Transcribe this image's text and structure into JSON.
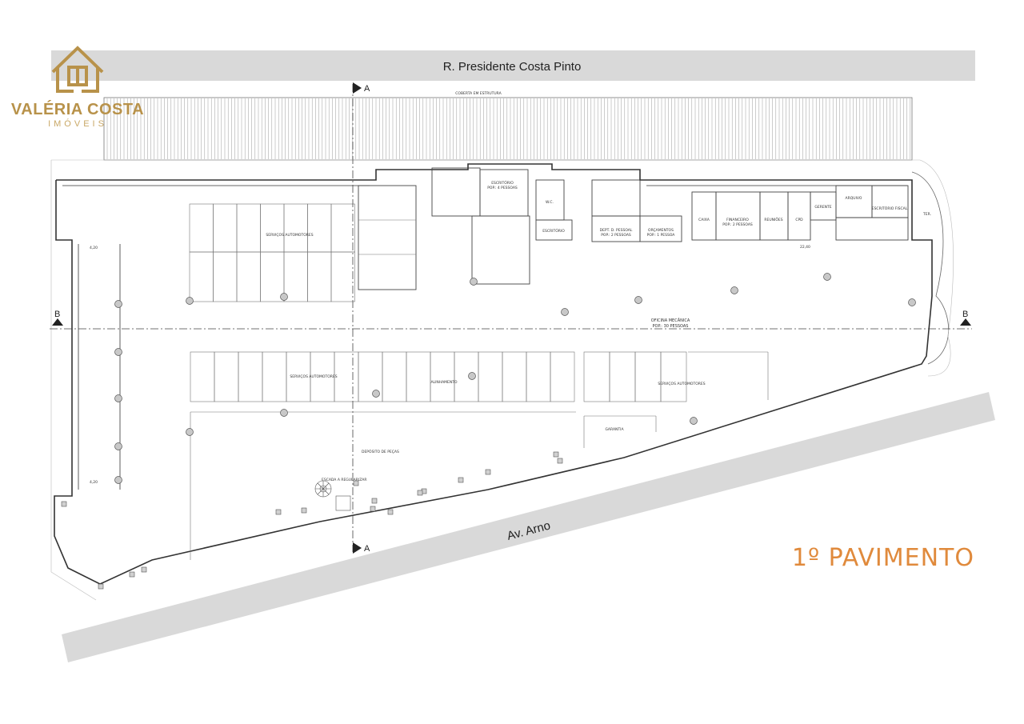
{
  "logo": {
    "name": "VALÉRIA COSTA",
    "tagline": "IMÓVEIS",
    "color": "#b8924a"
  },
  "streets": {
    "top": "R. Presidente Costa Pinto",
    "bottom": "Av. Arno",
    "band_color": "#d9d9d9"
  },
  "floor_label": {
    "text": "1º PAVIMENTO",
    "color": "#e08a3c"
  },
  "section_markers": {
    "a_top": "A",
    "a_bottom": "A",
    "b_left": "B",
    "b_right": "B"
  },
  "plan_labels": {
    "roof_top": "COBERTA EM ESTRUTURA",
    "servicos_top": "SERVIÇOS AUTOMOTORES",
    "servicos_mid": "SERVIÇOS AUTOMOTORES",
    "servicos_right": "SERVIÇOS AUTOMOTORES",
    "alinhamento": "ALINHAMENTO",
    "oficina": "OFICINA MECÂNICA",
    "oficina_pop": "POP.: 30 PESSOAS",
    "deposito": "DEPÓSITO DE PEÇAS",
    "escada": "ESCADA A REGULARIZAR",
    "escritorio": "ESCRITÓRIO",
    "escritorio_pop": "POP.: 4 PESSOAS",
    "escritorio_small": "ESCRITÓRIO",
    "banho_wc": "W.C.",
    "dept_pessoal": "DEPT. D. PESSOAL",
    "dept_pop": "POP.: 2 PESSOAS",
    "orcamento": "ORÇAMENTOS",
    "orc_pop": "POP.: 1 PESSOA",
    "caixa": "CAIXA",
    "financeiro": "FINANCEIRO",
    "fin_pop": "POP.: 2 PESSOAS",
    "reunioes": "REUNIÕES",
    "cpd": "CPD",
    "gerente": "GERENTE",
    "arquivo": "ARQUIVO",
    "contab": "ESCRITÓRIO FISCAL",
    "garantia": "GARANTIA",
    "ter": "TER.",
    "dim_1": "22,40",
    "dim_2": "4,20",
    "dim_3": "4,20"
  }
}
